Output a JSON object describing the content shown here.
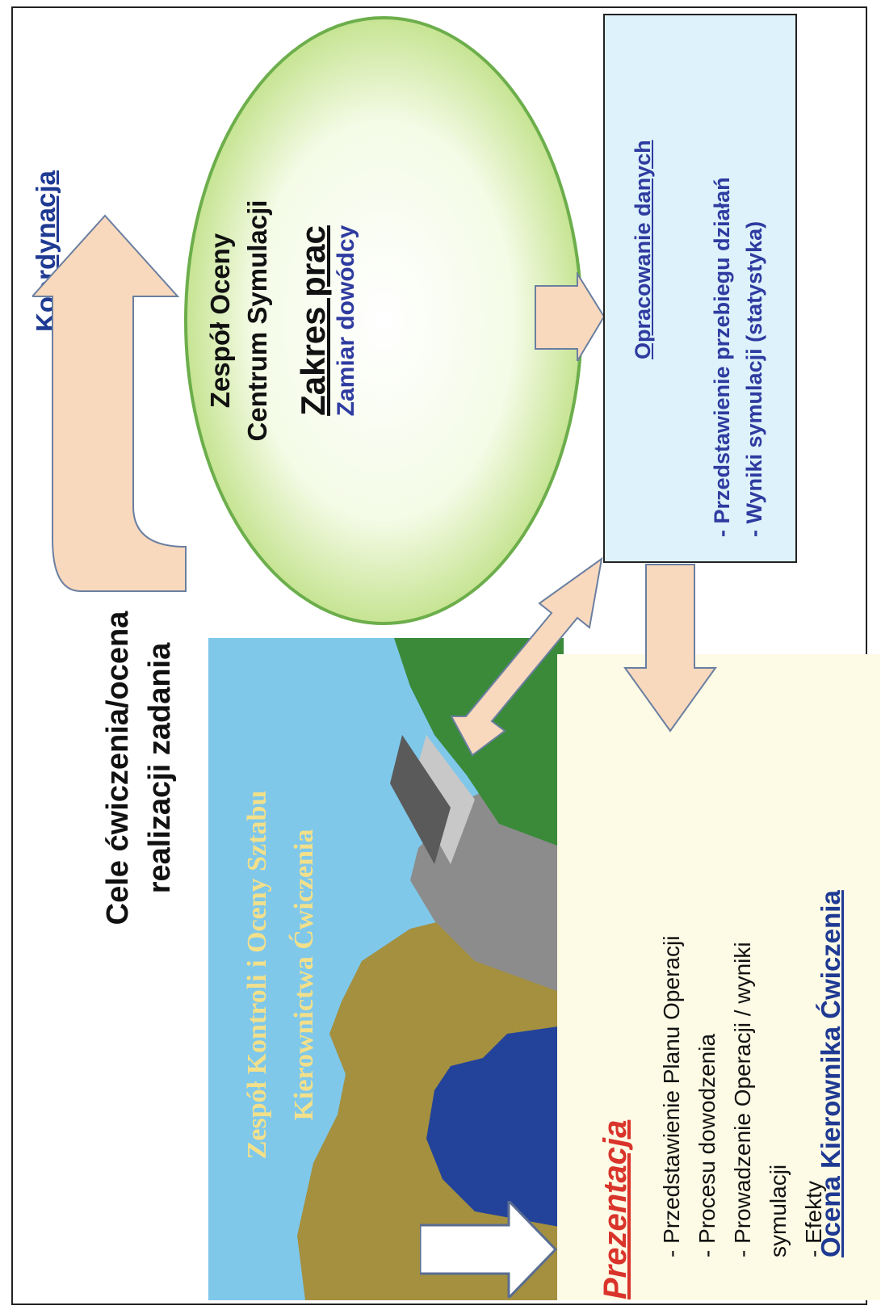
{
  "coordination": {
    "heading": "Koordynacja",
    "goal_line1": "Cele ćwiczenia/ocena",
    "goal_line2": "realizacji zadania"
  },
  "simulation_team": {
    "line1": "Zespół Oceny",
    "line2": "Centrum Symulacji",
    "scope": "Zakres prac",
    "intent": "Zamiar dowódcy"
  },
  "data_box": {
    "title": "Opracowanie danych",
    "items": [
      "- Przedstawienie przebiegu działań",
      "- Wyniki symulacji (statystyka)"
    ]
  },
  "photo": {
    "caption_line1": "Zespół Kontroli i Oceny Sztabu",
    "caption_line2": "Kierownictwa Ćwiczenia"
  },
  "presentation": {
    "title": "Prezentacja",
    "items": [
      "- Przedstawienie Planu Operacji",
      "- Procesu dowodzenia",
      "- Prowadzenie Operacji / wyniki",
      "symulacji",
      "- Efekty"
    ],
    "final": "Ocena Kierownika Ćwiczenia"
  },
  "colors": {
    "arrow_fill": "#f9d9bd",
    "arrow_stroke": "#6a7fa0",
    "ellipse_stroke": "#6cae4b",
    "box_fill": "#ddf2fa",
    "heading_blue": "#1f3a93",
    "title_red": "#d9342b"
  }
}
